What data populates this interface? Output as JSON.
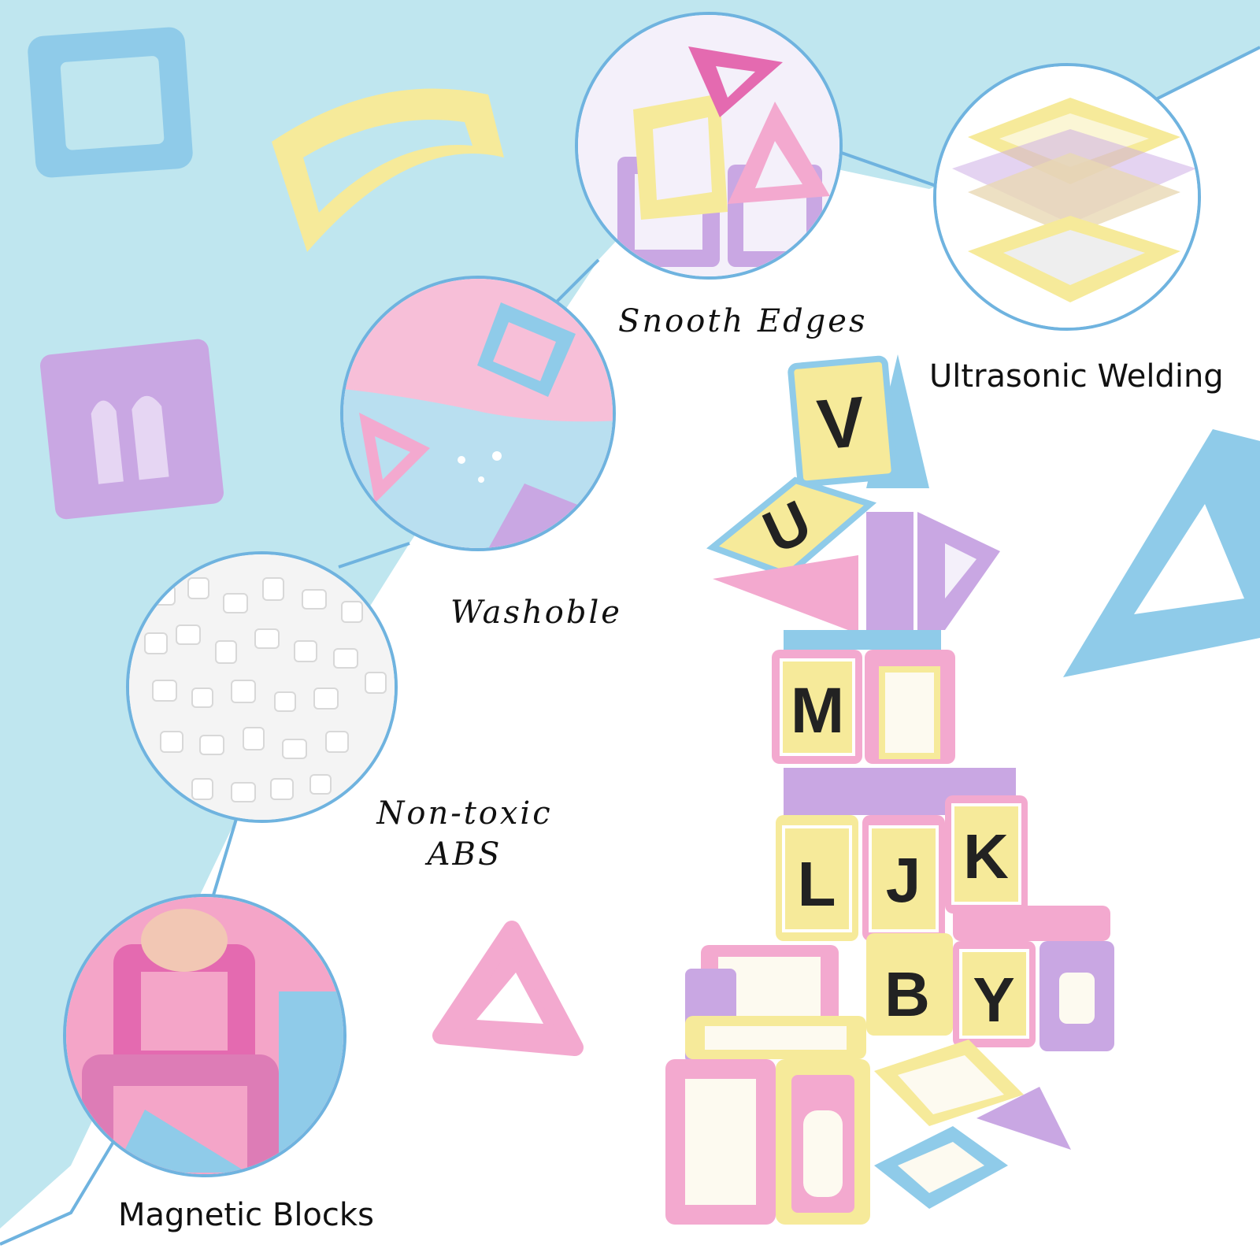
{
  "features": {
    "smooth_edges": "Snooth Edges",
    "ultrasonic_welding": "Ultrasonic Welding",
    "washable": "Washoble",
    "non_toxic_line1": "Non-toxic",
    "non_toxic_line2": "ABS",
    "magnetic_blocks": "Magnetic Blocks"
  },
  "block_letters": [
    "V",
    "U",
    "M",
    "L",
    "J",
    "K",
    "B",
    "Y"
  ],
  "colors": {
    "background_blue": "#bfe6ef",
    "circle_border": "#6fb3df",
    "block_yellow": "#f6ea9a",
    "block_pink": "#f3a9cf",
    "block_purple": "#c9a7e3",
    "block_blue": "#8fcbe9"
  }
}
